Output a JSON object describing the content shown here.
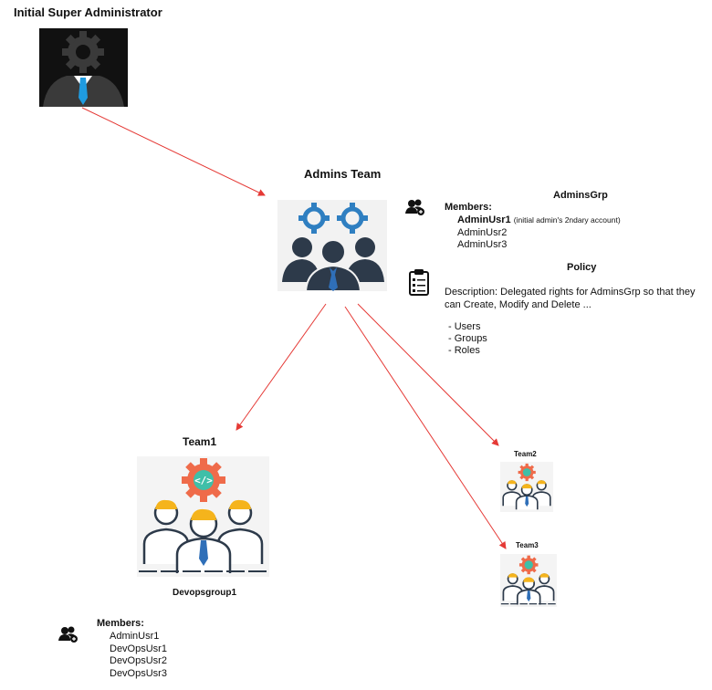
{
  "super_admin": {
    "title": "Initial Super Administrator"
  },
  "admins_team": {
    "title": "Admins Team",
    "group_name": "AdminsGrp",
    "members_label": "Members:",
    "members": [
      {
        "name": "AdminUsr1",
        "note": "(initial admin's 2ndary account)"
      },
      {
        "name": "AdminUsr2"
      },
      {
        "name": "AdminUsr3"
      }
    ],
    "policy_title": "Policy",
    "policy_description": "Description: Delegated rights for AdminsGrp so that they can Create, Modify and Delete ...",
    "policy_items": [
      "Users",
      "Groups",
      "Roles"
    ]
  },
  "team1": {
    "title": "Team1",
    "group_name": "Devopsgroup1",
    "members_label": "Members:",
    "members": [
      "AdminUsr1",
      "DevOpsUsr1",
      "DevOpsUsr2",
      "DevOpsUsr3"
    ]
  },
  "team2": {
    "title": "Team2"
  },
  "team3": {
    "title": "Team3"
  },
  "colors": {
    "arrow": "#e53935",
    "gear_blue": "#2f7fc1",
    "gear_orange": "#ef6b4a",
    "hair_yellow": "#f5b41c",
    "tie_blue": "#2f6fb8",
    "dark_person": "#2d3a4a"
  }
}
